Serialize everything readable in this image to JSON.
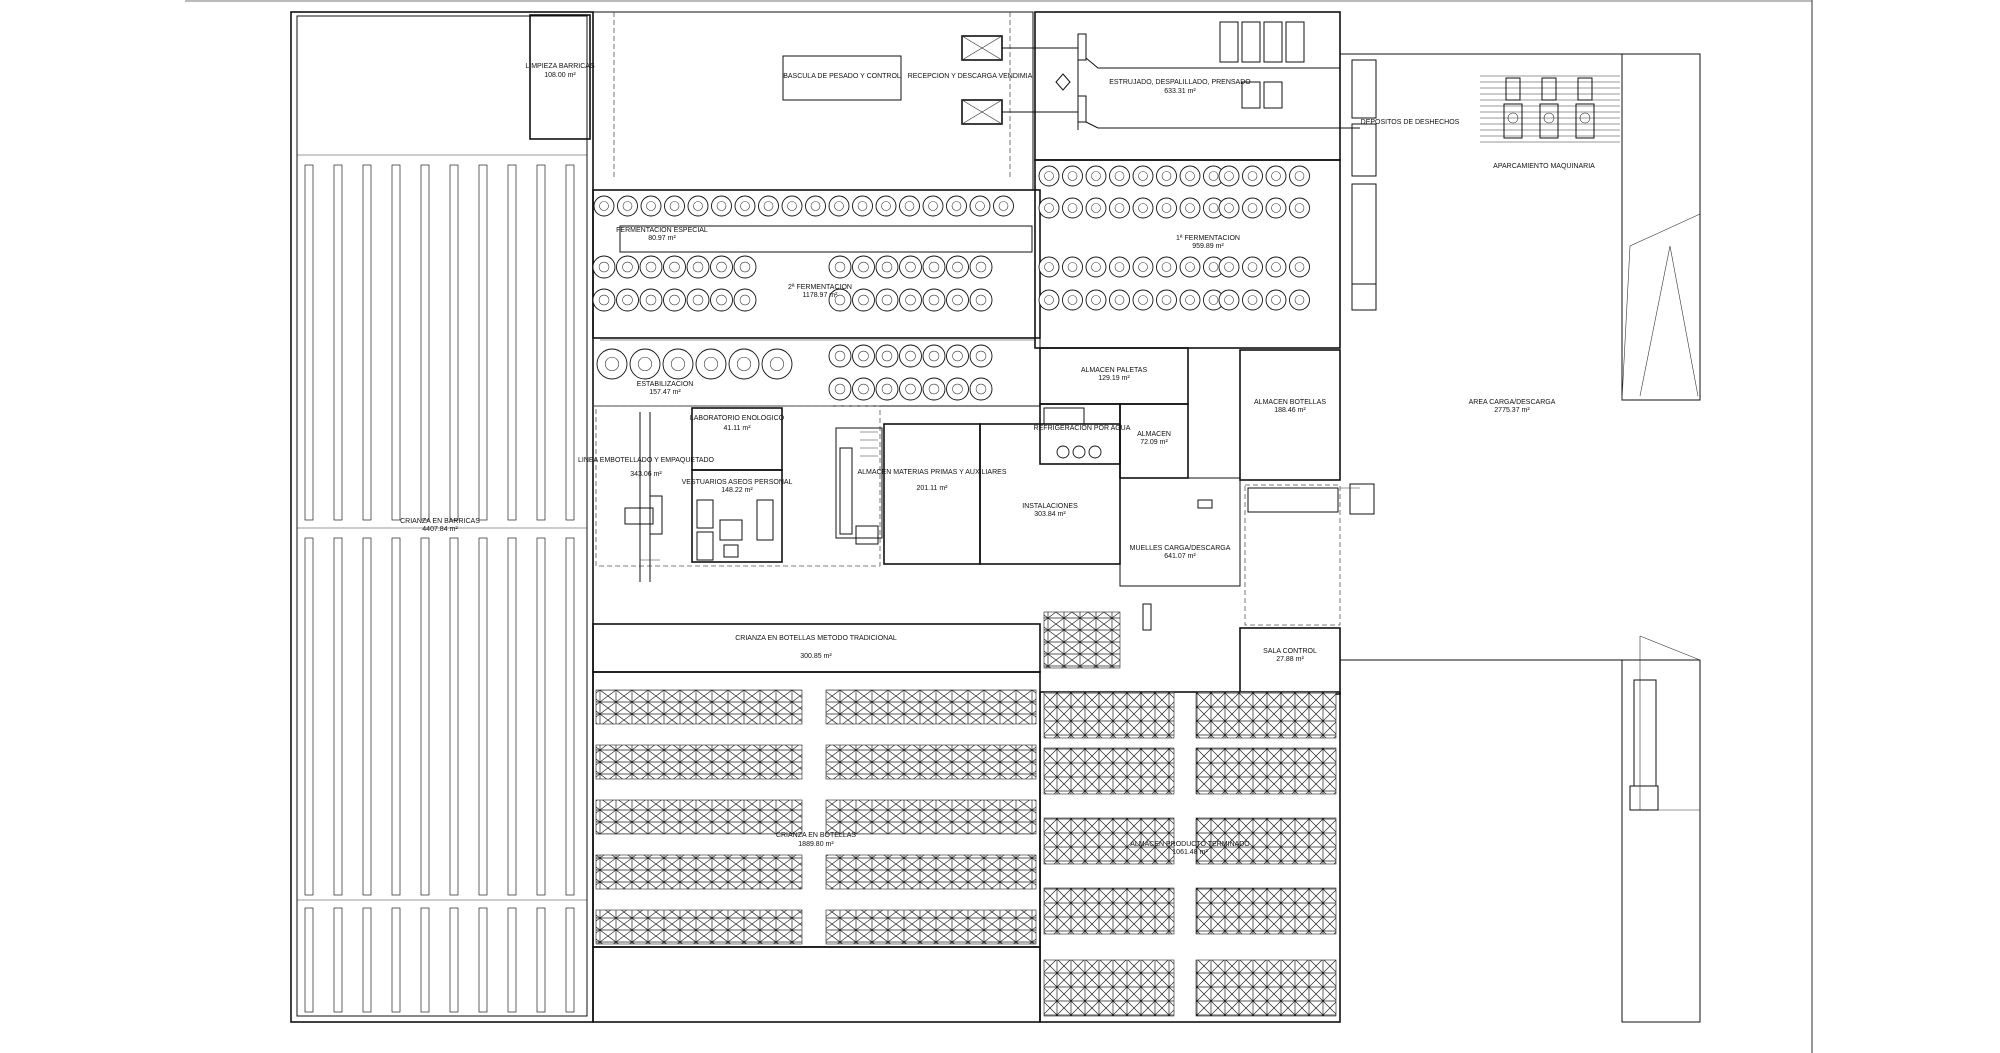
{
  "rooms": {
    "limpieza_barricas": {
      "name": "LIMPIEZA BARRICAS",
      "area": "108.00 m²"
    },
    "bascula": {
      "name": "BASCULA DE PESADO Y CONTROL"
    },
    "recepcion": {
      "name": "RECEPCION Y DESCARGA VENDIMIA"
    },
    "estrujado": {
      "name": "ESTRUJADO, DESPALILLADO, PRENSADO",
      "area": "633.31 m²"
    },
    "depositos_desechos": {
      "name": "DEPOSITOS DE DESHECHOS"
    },
    "aparcamiento": {
      "name": "APARCAMIENTO MAQUINARIA"
    },
    "fermentacion_especial": {
      "name": "FERMENTACION ESPECIAL",
      "area": "80.97 m²"
    },
    "segunda_fermentacion": {
      "name": "2ª FERMENTACION",
      "area": "1178.97 m²"
    },
    "primera_fermentacion": {
      "name": "1ª FERMENTACION",
      "area": "959.89 m²"
    },
    "estabilizacion": {
      "name": "ESTABILIZACION",
      "area": "157.47 m²"
    },
    "almacen_paletas": {
      "name": "ALMACEN PALETAS",
      "area": "129.19 m²"
    },
    "almacen_botellas": {
      "name": "ALMACEN BOTELLAS",
      "area": "188.46 m²"
    },
    "area_carga": {
      "name": "AREA CARGA/DESCARGA",
      "area": "2775.37 m²"
    },
    "laboratorio": {
      "name": "LABORATORIO ENOLOGICO",
      "area": "41.11 m²"
    },
    "linea_embotellado": {
      "name": "LINEA EMBOTELLADO Y EMPAQUETADO",
      "area": "343.06 m²"
    },
    "vestuarios": {
      "name": "VESTUARIOS ASEOS PERSONAL",
      "area": "148.22 m²"
    },
    "refrigeracion": {
      "name": "REFRIGERACION POR AGUA"
    },
    "almacen": {
      "name": "ALMACEN",
      "area": "72.09 m²"
    },
    "almacen_materias": {
      "name": "ALMACEN MATERIAS PRIMAS Y AUXILIARES",
      "area": "201.11 m²"
    },
    "instalaciones": {
      "name": "INSTALACIONES",
      "area": "303.84 m²"
    },
    "muelles": {
      "name": "MUELLES CARGA/DESCARGA",
      "area": "641.07 m²"
    },
    "crianza_barricas": {
      "name": "CRIANZA EN BARRICAS",
      "area": "4407.84 m²"
    },
    "crianza_botellas_metodo": {
      "name": "CRIANZA EN BOTELLAS METODO TRADICIONAL",
      "area": "300.85 m²"
    },
    "sala_control": {
      "name": "SALA CONTROL",
      "area": "27.88 m²"
    },
    "crianza_botellas": {
      "name": "CRIANZA EN BOTELLAS",
      "area": "1889.80 m²"
    },
    "producto_terminado": {
      "name": "ALMACEN PRODUCTO TERMINADO",
      "area": "1061.48 m²"
    }
  },
  "colors": {
    "line": "#111111",
    "background": "#ffffff",
    "hatch": "#222222"
  }
}
